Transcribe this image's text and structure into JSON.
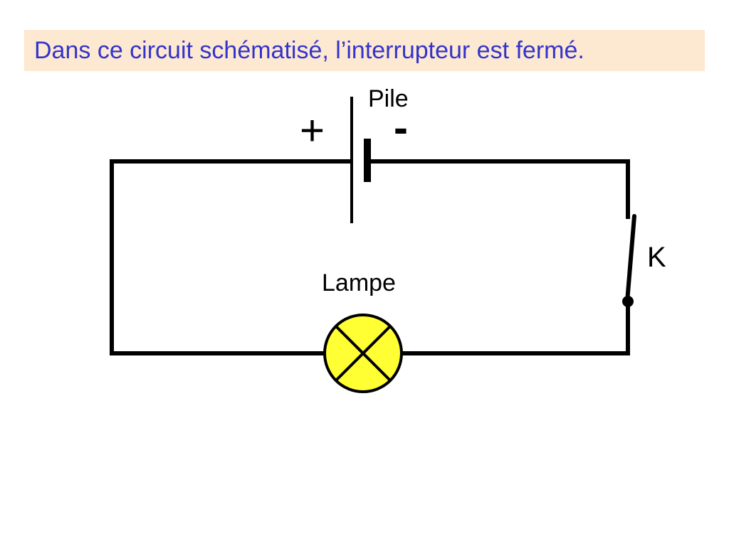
{
  "title": {
    "text": "Dans ce circuit schématisé, l’interrupteur est fermé.",
    "background": "#fde9d1",
    "color": "#3333cc"
  },
  "labels": {
    "pile": "Pile",
    "plus": "+",
    "minus": "-",
    "switch": "K",
    "lamp": "Lampe"
  },
  "colors": {
    "wire": "#000000",
    "lamp_fill": "#ffff33"
  },
  "components": {
    "battery": "battery-symbol",
    "lamp": "lamp-symbol",
    "switch": "closed-switch-symbol"
  }
}
